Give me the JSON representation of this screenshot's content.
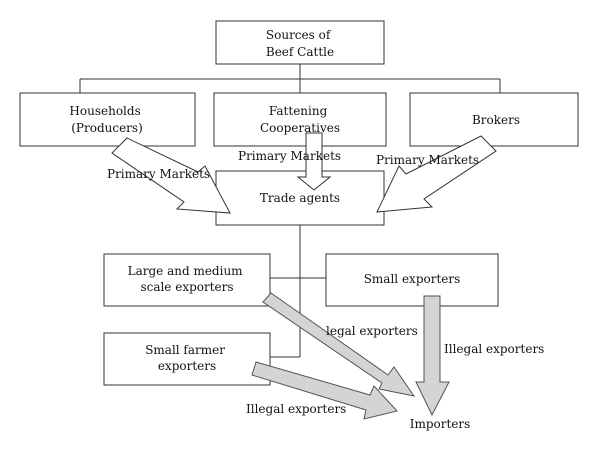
{
  "nodes": {
    "sources": [
      "Sources of",
      "Beef Cattle"
    ],
    "households": [
      "Households",
      "(Producers)"
    ],
    "fattening": [
      "Fattening",
      "Cooperatives"
    ],
    "brokers": "Brokers",
    "trade_agents": "Trade agents",
    "large_medium": [
      "Large and medium",
      "scale exporters"
    ],
    "small_exporters": "Small exporters",
    "small_farmer": [
      "Small farmer",
      "exporters"
    ],
    "importers": "Importers"
  },
  "edges": {
    "primary_left": "Primary Markets",
    "primary_center": "Primary Markets",
    "primary_right": "Primary Markets",
    "legal": "legal exporters",
    "illegal_right": "Illegal exporters",
    "illegal_bottom": "Illegal exporters"
  }
}
